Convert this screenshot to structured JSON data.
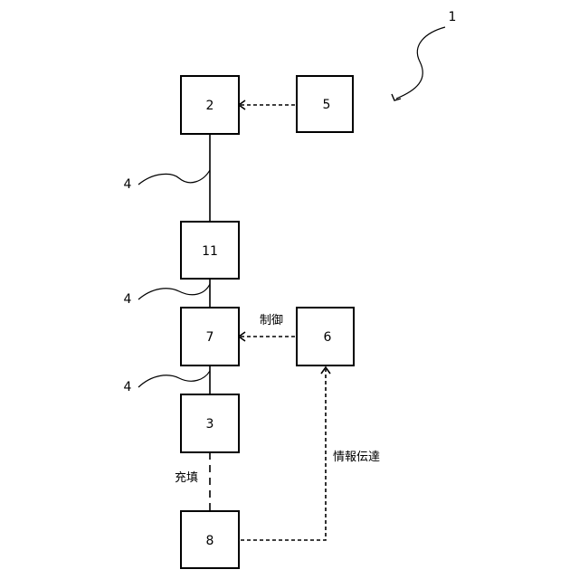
{
  "figure": {
    "reference_numeral": "1",
    "boxes": {
      "b2": "2",
      "b5": "5",
      "b11": "11",
      "b7": "7",
      "b6": "6",
      "b3": "3",
      "b8": "8"
    },
    "pipe_labels": {
      "upper": "4",
      "middle": "4",
      "lower": "4"
    },
    "connection_labels": {
      "control": "制御",
      "filling": "充填",
      "information": "情報伝達"
    }
  },
  "colors": {
    "line": "#000000",
    "background": "#ffffff"
  }
}
